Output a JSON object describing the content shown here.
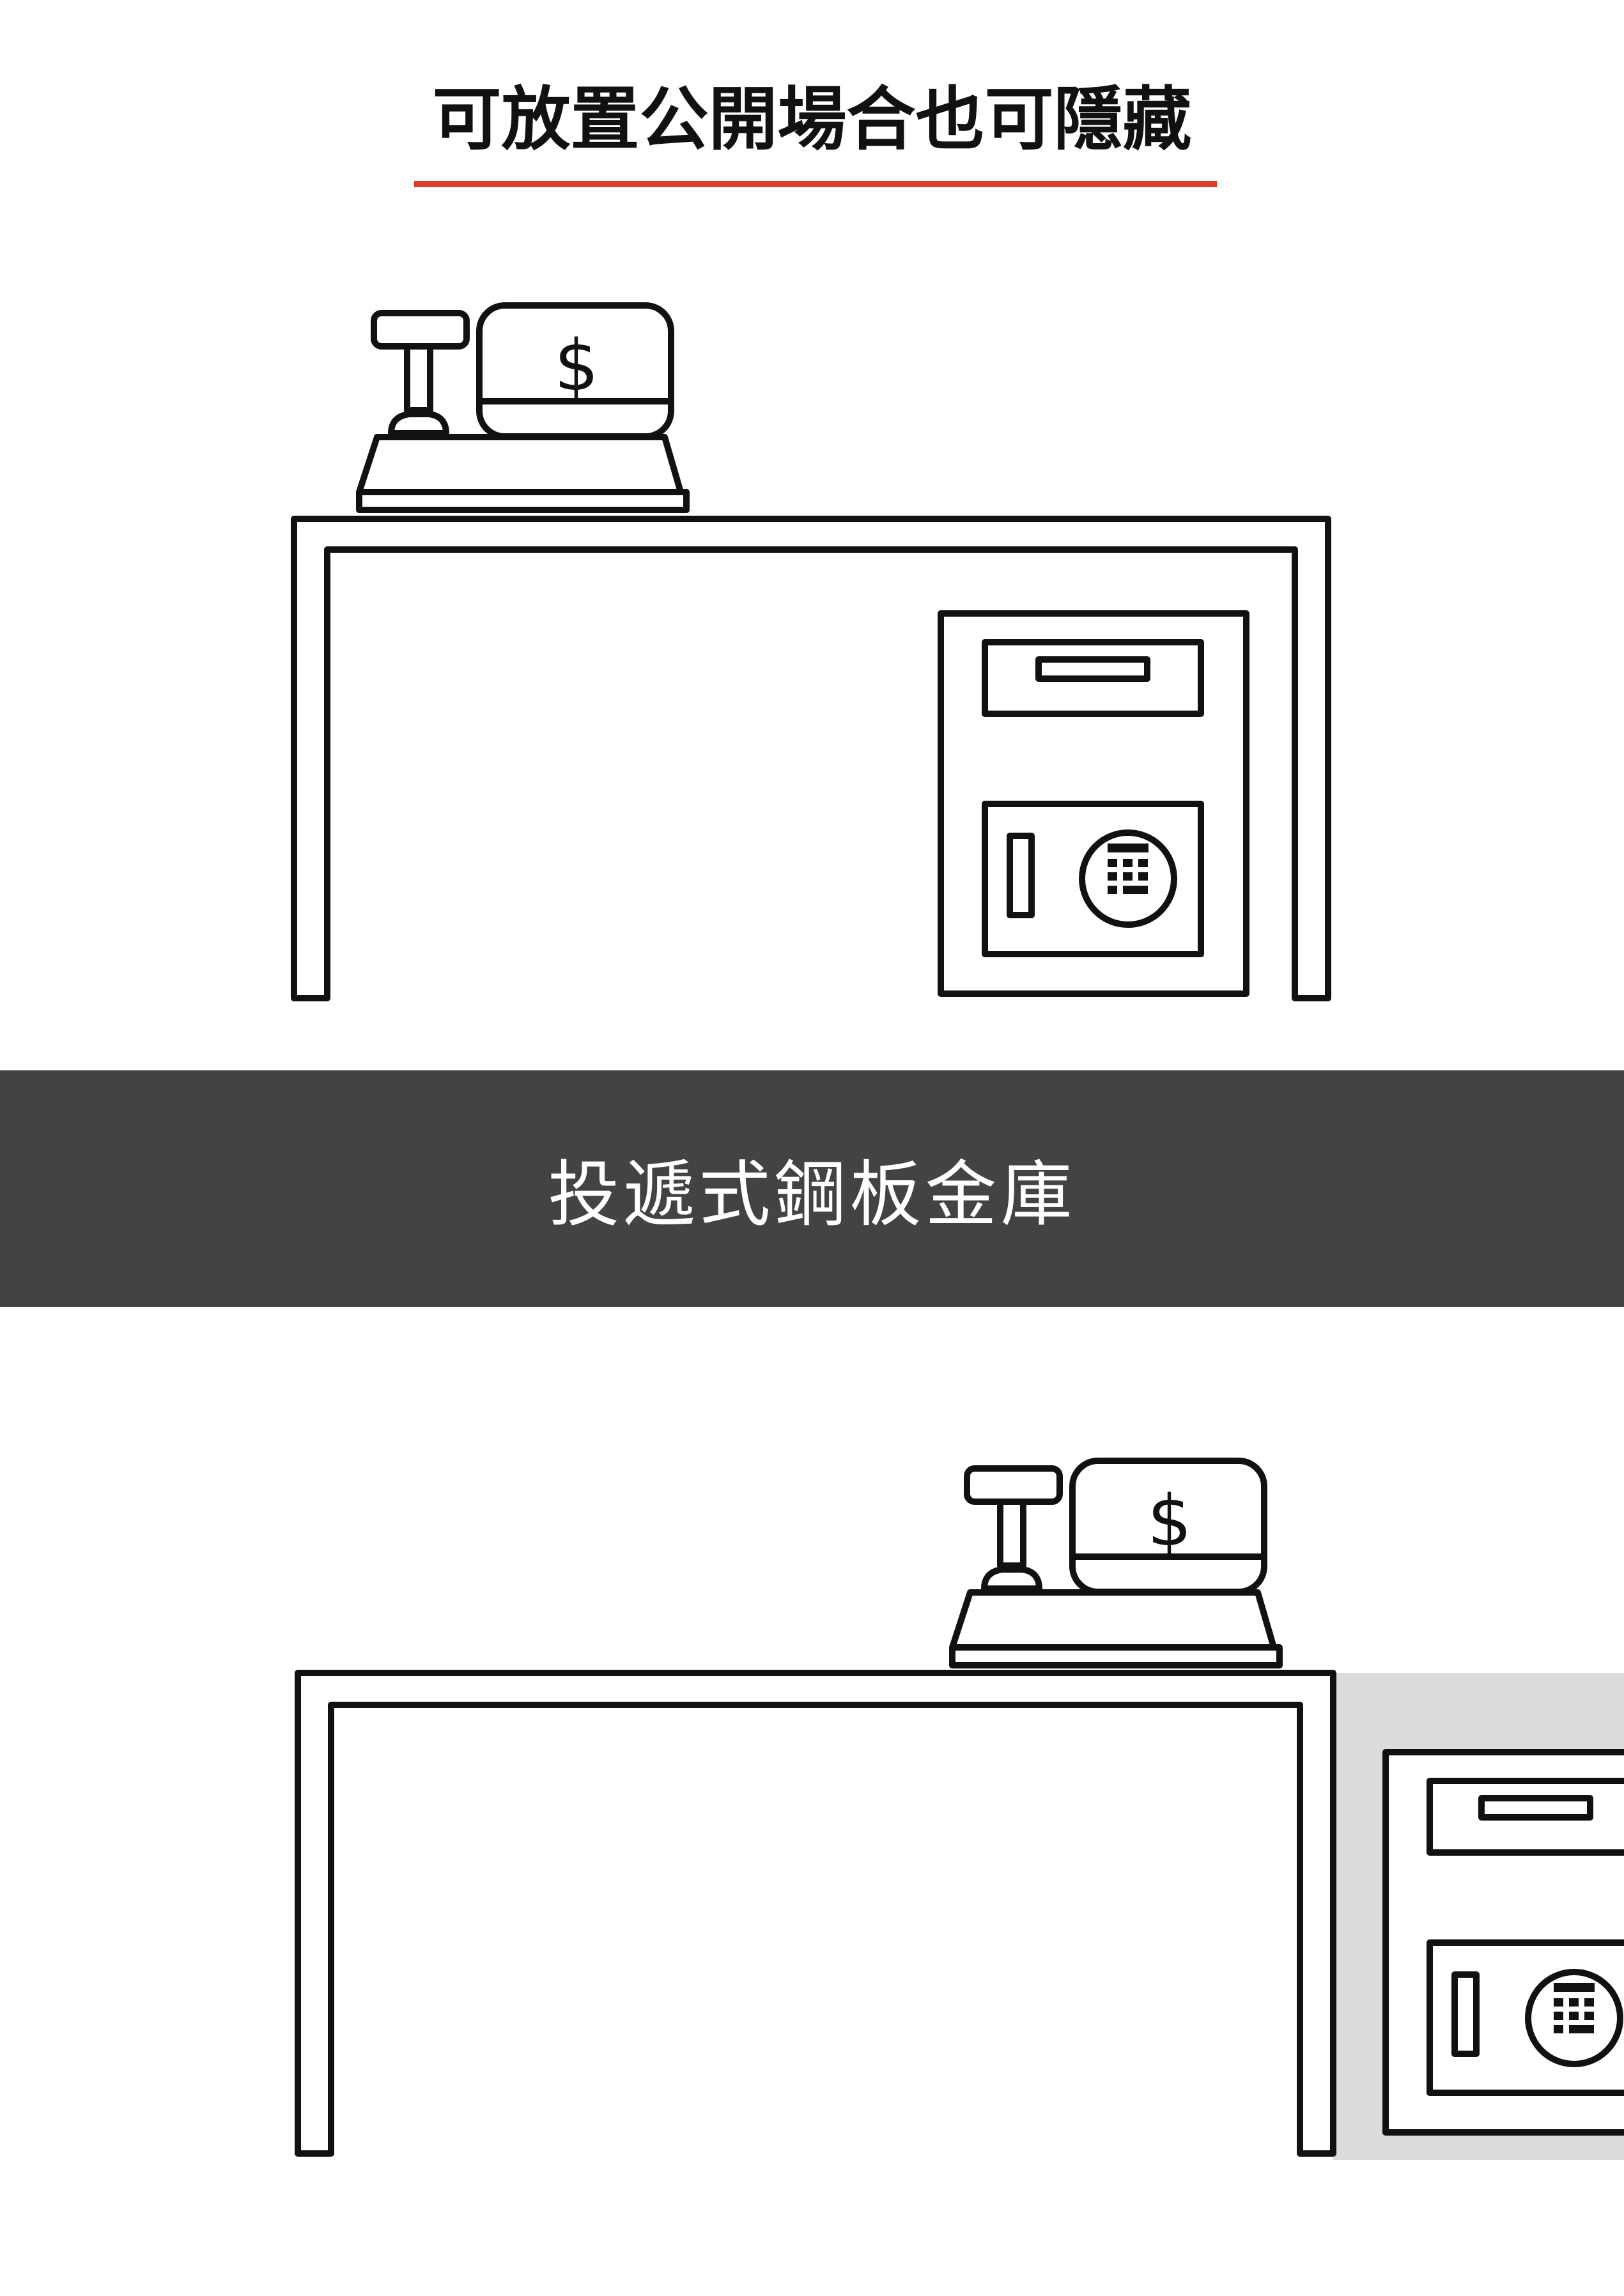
{
  "title": "可放置公開場合也可隱藏",
  "caption": "投遞式鋼板金庫",
  "currency_symbol": "$",
  "colors": {
    "accent_underline": "#d9402b",
    "band_background": "#434343",
    "line": "#111111",
    "hidden_area": "#dcdcdc"
  },
  "scenes": [
    {
      "name": "safe-under-desk",
      "safe_position": "inside-desk"
    },
    {
      "name": "safe-beside-desk",
      "safe_position": "hidden-beside-desk"
    }
  ]
}
